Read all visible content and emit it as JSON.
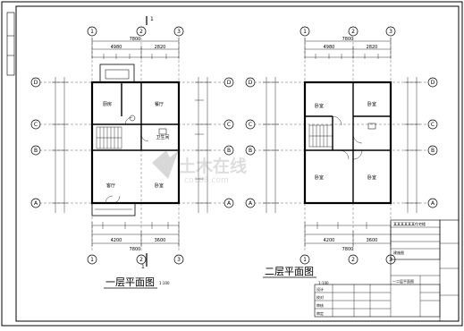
{
  "plans": [
    {
      "title": "一层平面图",
      "scale": "1:100",
      "grid_top": [
        "1",
        "2",
        "3"
      ],
      "grid_side": [
        "D",
        "C",
        "B",
        "A"
      ],
      "overall_width": "7800",
      "top_dims": [
        "4980",
        "2820"
      ],
      "bottom_dims": [
        "4200",
        "3600"
      ],
      "rooms": [
        {
          "name": "厨房"
        },
        {
          "name": "餐厅"
        },
        {
          "name": "卫生间"
        },
        {
          "name": "客厅"
        },
        {
          "name": "卧室"
        }
      ],
      "marker_top": "1",
      "marker_bottom": "1"
    },
    {
      "title": "二层平面图",
      "scale": "1:100",
      "grid_top": [
        "1",
        "2",
        "3"
      ],
      "grid_side": [
        "D",
        "C",
        "B",
        "A"
      ],
      "overall_width": "7800",
      "top_dims": [
        "4980",
        "2820"
      ],
      "bottom_dims": [
        "4200",
        "3600"
      ],
      "rooms": [
        {
          "name": "卧室"
        },
        {
          "name": "卧室"
        },
        {
          "name": "卧室"
        },
        {
          "name": "卧室"
        }
      ]
    }
  ],
  "watermark": {
    "text": "土木在线",
    "url": "co188.com"
  },
  "titleblock": {
    "project": "某某某某某某住宅楼",
    "drawing": "一二层平面图",
    "sheet_name": "建施图",
    "row_labels": [
      "设计",
      "校对",
      "审核",
      "审定"
    ]
  }
}
